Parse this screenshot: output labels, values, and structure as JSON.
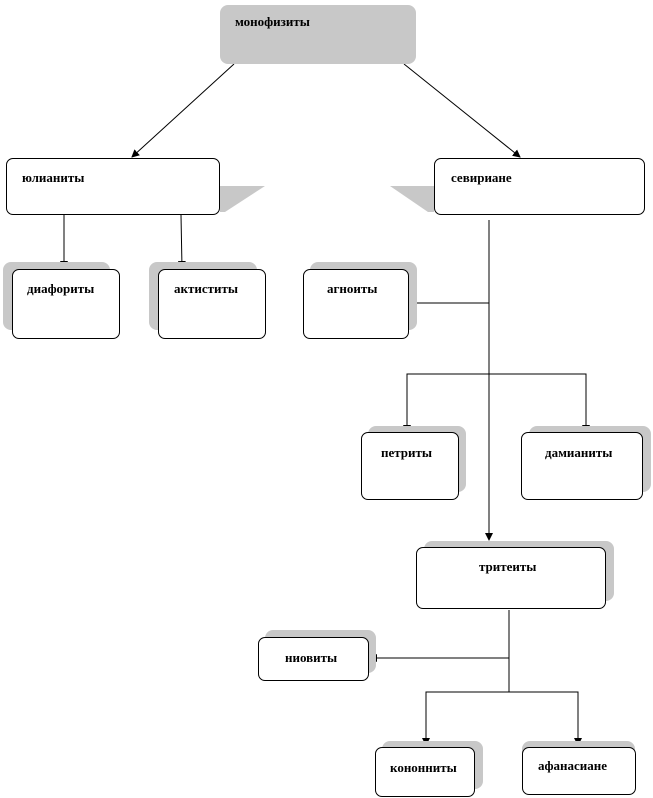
{
  "diagram": {
    "root": "монофизиты",
    "nodes": {
      "julianists": "юлианиты",
      "severians": "севириане",
      "diaphorites": "диафориты",
      "aktistites": "актиститы",
      "agnoites": "агноиты",
      "petrites": "петриты",
      "damianites": "дамианиты",
      "tritheites": "тритеиты",
      "niobites": "ниовиты",
      "kononites": "кононниты",
      "athanasians": "афанасиане"
    }
  },
  "colors": {
    "shadow": "#c8c8c8",
    "line": "#000000",
    "box_fill": "#ffffff"
  }
}
